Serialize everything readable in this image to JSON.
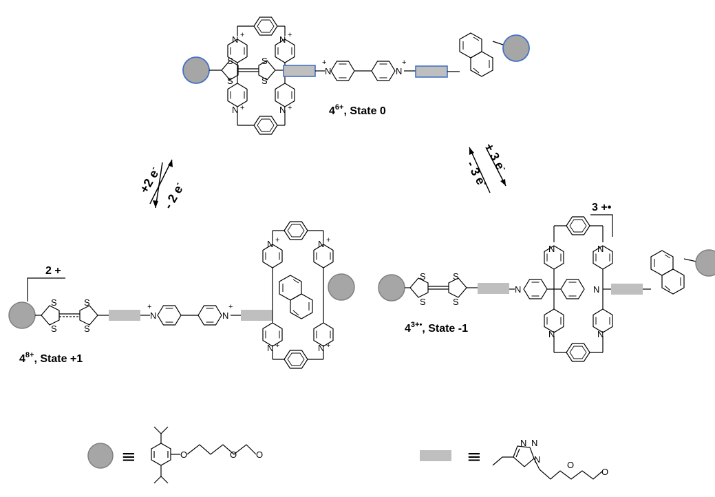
{
  "states": {
    "state0": {
      "compound": "4",
      "charge": "6+",
      "suffix": ", State 0"
    },
    "stateplus1": {
      "compound": "4",
      "charge": "8+",
      "suffix": ", State +1"
    },
    "stateminus1": {
      "compound": "4",
      "charge": "3+•",
      "suffix": ", State -1"
    }
  },
  "arrows": {
    "left_forward": "+2 e",
    "left_forward_sup": "-",
    "left_reverse": "- 2 e",
    "left_reverse_sup": "-",
    "right_forward": "+ 3 e",
    "right_forward_sup": "-",
    "right_reverse": "- 3 e",
    "right_reverse_sup": "-"
  },
  "charge_brackets": {
    "left": "2 +",
    "right": "3 +•"
  },
  "atoms": {
    "sulfur": "S",
    "nitrogen": "N",
    "oxygen": "O",
    "plus": "+"
  },
  "legend": {
    "equiv_symbol": "≡"
  },
  "colors": {
    "stopper_fill": "#a6a6a6",
    "stopper_stroke_state0": "#4472c4",
    "stopper_stroke_other": "#7f7f7f",
    "linker_fill": "#bfbfbf",
    "linker_stroke_state0": "#4472c4",
    "bond": "#000000"
  }
}
